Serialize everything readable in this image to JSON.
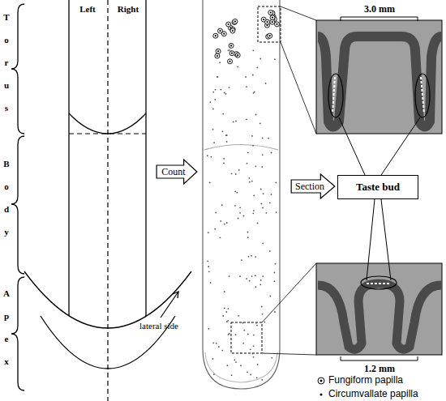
{
  "diagram": {
    "nodes": [
      {
        "text": [
          "Count"
        ]
      },
      {
        "text": [
          "Section"
        ]
      },
      {
        "text": [
          "Taste bud"
        ]
      }
    ],
    "labels": [
      "Left",
      "Right",
      "Torus",
      "Body",
      "Apex",
      "lateral side",
      "3.0 mm",
      "1.2 mm"
    ],
    "legend": [
      {
        "text": "Fungiform papilla"
      },
      {
        "text": "Circumvallate papilla"
      }
    ]
  }
}
